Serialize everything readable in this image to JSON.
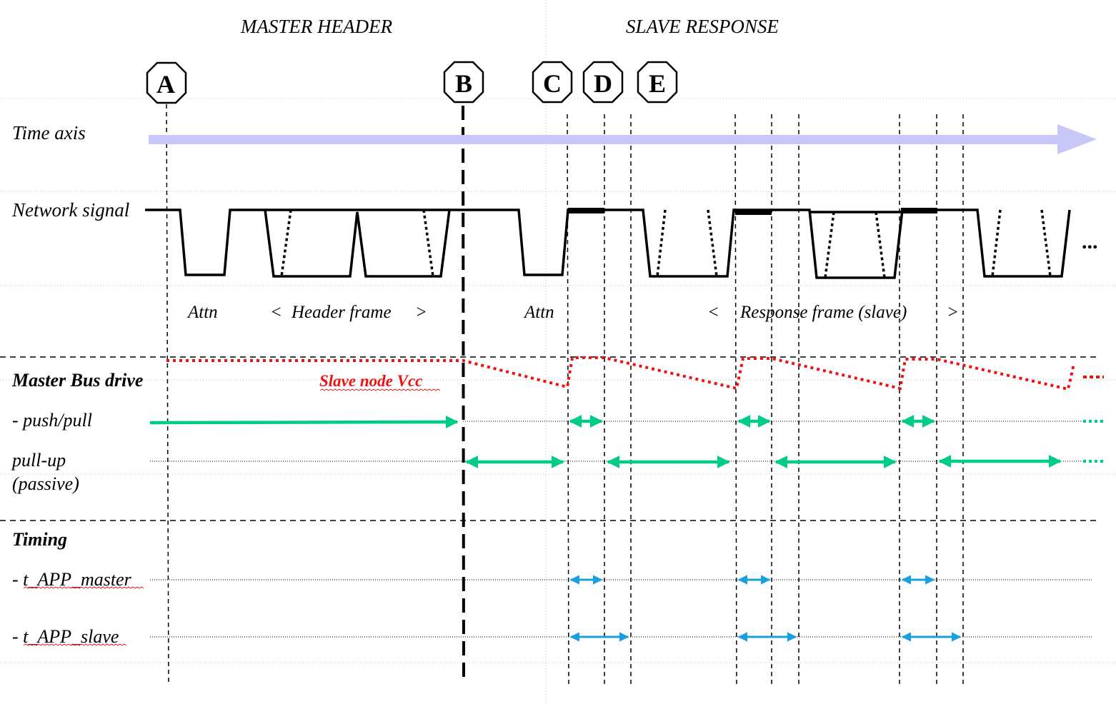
{
  "sections": {
    "master_header": "MASTER HEADER",
    "slave_response": "SLAVE RESPONSE"
  },
  "markers": [
    "A",
    "B",
    "C",
    "D",
    "E"
  ],
  "rows": {
    "time_axis": "Time axis",
    "network_signal": "Network signal",
    "master_bus_drive": "Master Bus drive",
    "push_pull": "- push/pull",
    "pull_up_line1": "pull-up",
    "pull_up_line2": "(passive)",
    "timing": "Timing",
    "t_app_master": "- t_APP_master",
    "t_app_slave": "- t_APP_slave"
  },
  "labels": {
    "attn_1": "Attn",
    "header_open": "<",
    "header_frame": "Header frame",
    "header_close": ">",
    "attn_2": "Attn",
    "response_open": "<",
    "response_frame": "Response frame (slave)",
    "response_close": ">",
    "slave_vcc": "Slave node Vcc",
    "ellipsis": "..."
  },
  "colors": {
    "time_arrow": "#c8c8f8",
    "vcc": "#ee1111",
    "drive": "#00cc88",
    "timing": "#1aa0e0",
    "signal": "#000000"
  }
}
